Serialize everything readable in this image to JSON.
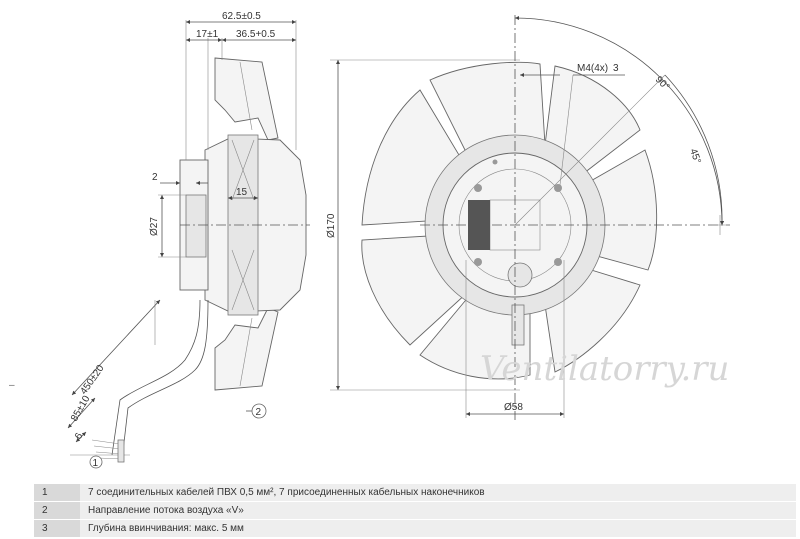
{
  "dimensions": {
    "overall_depth": "62.5±0.5",
    "front_depth": "17±1",
    "rear_depth": "36.5+0.5",
    "gap": "2",
    "shaft_dia": "Ø27",
    "hub_width": "15",
    "blade_dia": "Ø170",
    "thread": "M4(4x)",
    "thread_ref": "3",
    "angle_90": "90°",
    "angle_45": "45°",
    "hole_circle": "Ø58",
    "cable_len": "450±20",
    "strip_len": "85±10",
    "end_len": "6",
    "cable_ref": "1",
    "airflow_ref": "2"
  },
  "watermark": "Ventilatorry.ru",
  "stray_mark": "–",
  "legend": [
    {
      "num": "1",
      "text": "7 соединительных кабелей ПВХ 0,5 мм², 7 присоединенных кабельных наконечников"
    },
    {
      "num": "2",
      "text": "Направление потока воздуха «V»"
    },
    {
      "num": "3",
      "text": "Глубина ввинчивания: макс. 5 мм"
    }
  ]
}
